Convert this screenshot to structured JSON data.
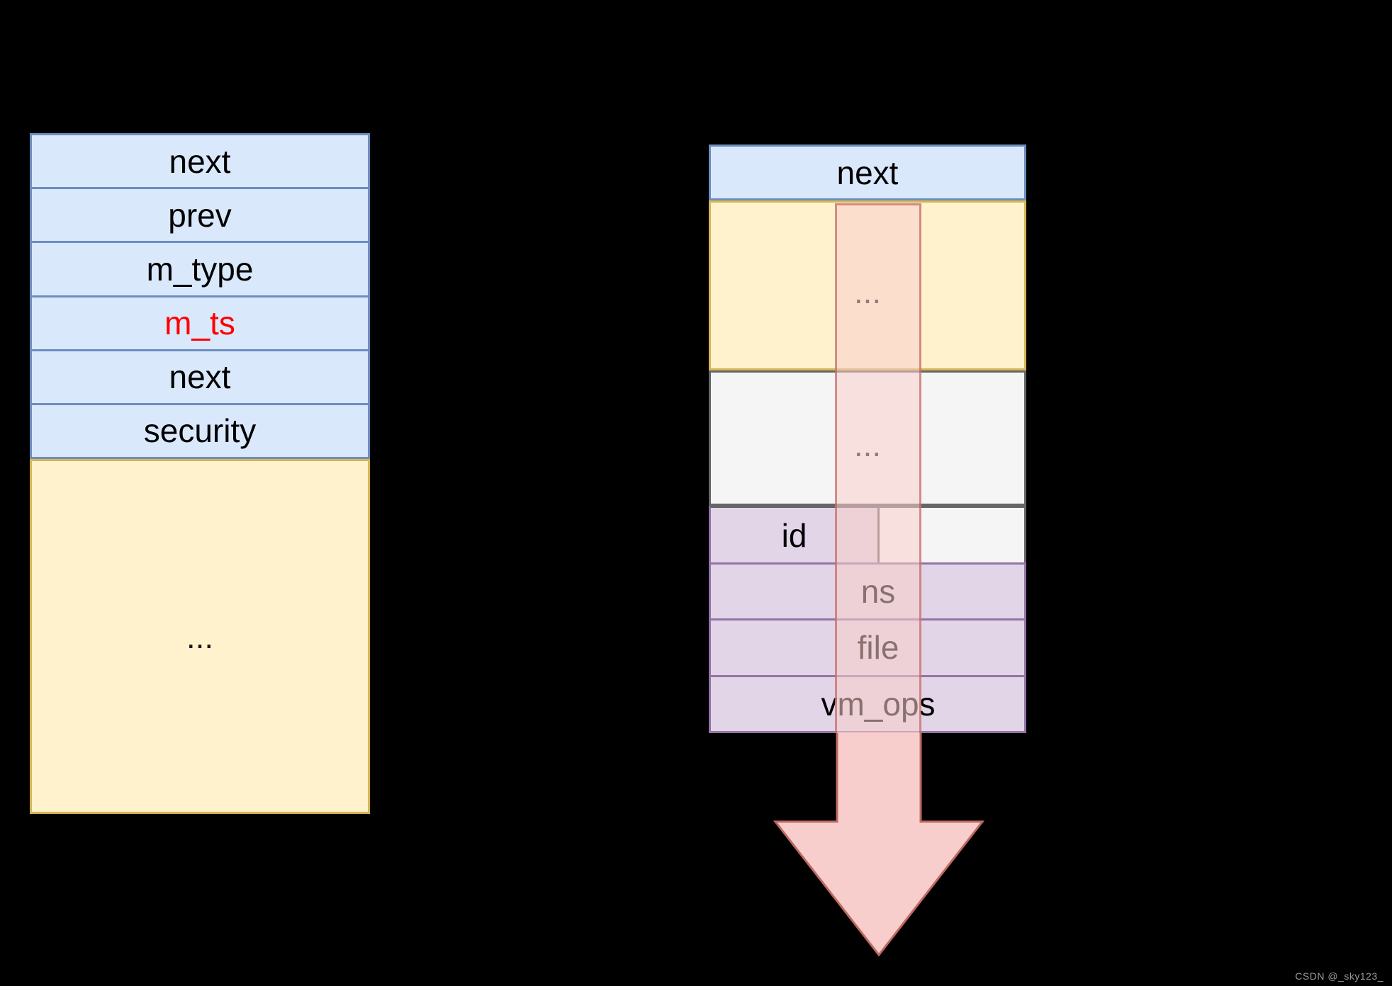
{
  "left_table": {
    "fields": [
      "next",
      "prev",
      "m_type",
      "m_ts",
      "next",
      "security"
    ],
    "highlighted_field": "m_ts",
    "ellipsis": "..."
  },
  "right_table": {
    "header": "next",
    "yellow_ellipsis": "...",
    "grey_ellipsis": "...",
    "id_field": "id",
    "purple_fields": [
      "ns",
      "file",
      "vm_ops"
    ]
  },
  "watermark": "CSDN @_sky123_",
  "colors": {
    "background": "#000000",
    "blue_fill": "#dae8fc",
    "blue_border": "#6c8ebf",
    "yellow_fill": "#fff2cc",
    "yellow_border": "#d6b656",
    "grey_fill": "#f5f5f5",
    "grey_border": "#666666",
    "purple_fill": "#e1d5e7",
    "purple_border": "#9673a6",
    "arrow_fill": "#f8cecc",
    "arrow_border": "#b85450",
    "highlight_text": "#ff0000"
  }
}
